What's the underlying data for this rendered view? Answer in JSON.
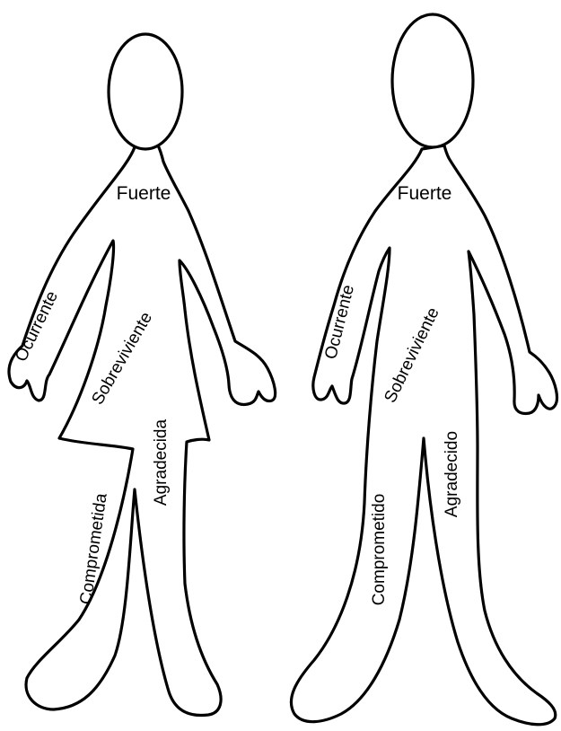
{
  "figures": [
    {
      "id": "left",
      "labels": {
        "chest": "Fuerte",
        "arm": "Ocurrente",
        "torso": "Sobreviviente",
        "left_leg": "Comprometida",
        "right_leg": "Agradecida"
      }
    },
    {
      "id": "right",
      "labels": {
        "chest": "Fuerte",
        "arm": "Ocurrente",
        "torso": "Sobreviviente",
        "left_leg": "Comprometido",
        "right_leg": "Agradecido"
      }
    }
  ]
}
